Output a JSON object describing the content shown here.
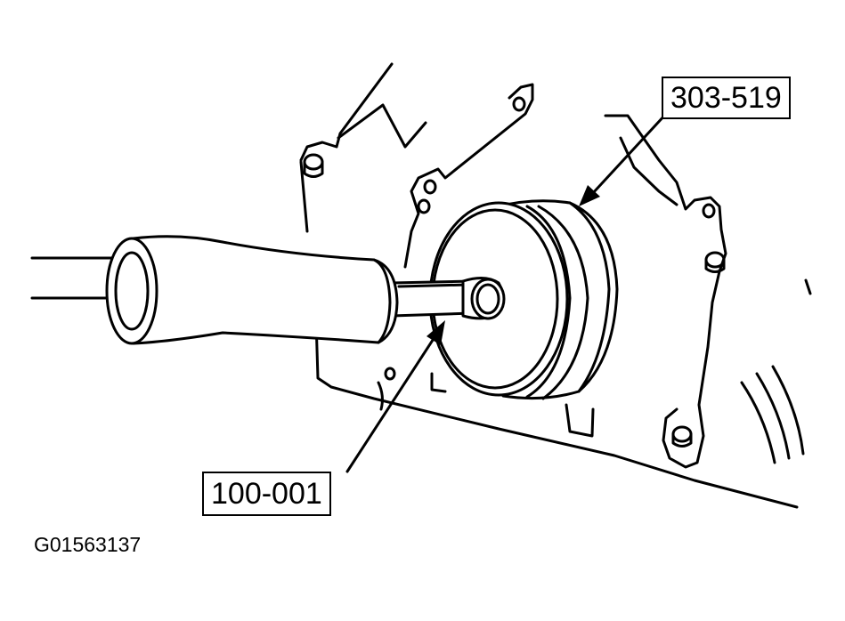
{
  "figure": {
    "callouts": [
      {
        "label": "303-519",
        "points_to": "seal-remover-cup"
      },
      {
        "label": "100-001",
        "points_to": "slide-hammer-shaft"
      }
    ],
    "figure_id": "G01563137"
  },
  "colors": {
    "ink": "#000000",
    "paper": "#ffffff"
  }
}
